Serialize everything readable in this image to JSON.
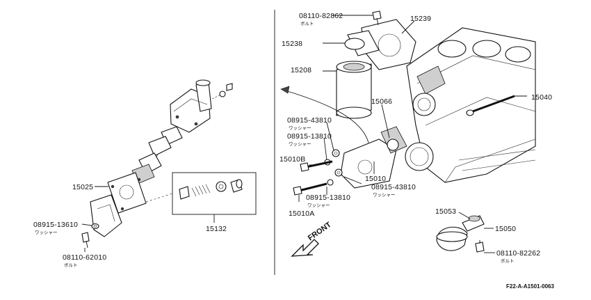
{
  "ref_code": "F22-A-A1501-0063",
  "front_label": "FRONT",
  "labels": [
    {
      "key": "p08110_82862",
      "pn": "08110-82862",
      "jp": "ボルト"
    },
    {
      "key": "p15239",
      "pn": "15239"
    },
    {
      "key": "p15238",
      "pn": "15238"
    },
    {
      "key": "p15208",
      "pn": "15208"
    },
    {
      "key": "p15040",
      "pn": "15040"
    },
    {
      "key": "p15066",
      "pn": "15066"
    },
    {
      "key": "p08915_43810a",
      "pn": "08915-43810",
      "jp": "ワッシャー"
    },
    {
      "key": "p08915_13810a",
      "pn": "08915-13810",
      "jp": "ワッシャー"
    },
    {
      "key": "p15010B",
      "pn": "15010B"
    },
    {
      "key": "p15010",
      "pn": "15010"
    },
    {
      "key": "p08915_43810b",
      "pn": "08915-43810",
      "jp": "ワッシャー"
    },
    {
      "key": "p08915_13810b",
      "pn": "08915-13810",
      "jp": "ワッシャー"
    },
    {
      "key": "p15010A",
      "pn": "15010A"
    },
    {
      "key": "p15053",
      "pn": "15053"
    },
    {
      "key": "p15050",
      "pn": "15050"
    },
    {
      "key": "p08110_82262",
      "pn": "08110-82262",
      "jp": "ボルト"
    },
    {
      "key": "p15025",
      "pn": "15025"
    },
    {
      "key": "p15132",
      "pn": "15132"
    },
    {
      "key": "p08915_13610",
      "pn": "08915-13610",
      "jp": "ワッシャー"
    },
    {
      "key": "p08110_62010",
      "pn": "08110-62010",
      "jp": "ボルト"
    }
  ]
}
